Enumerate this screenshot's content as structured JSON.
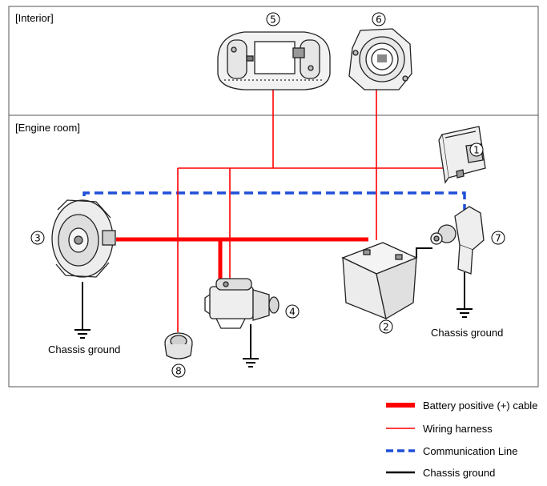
{
  "sections": {
    "interior": "[Interior]",
    "engine_room": "[Engine room]"
  },
  "components": [
    {
      "id": "1",
      "marker": "①",
      "icon": "control-module-icon"
    },
    {
      "id": "2",
      "marker": "②",
      "icon": "battery-icon"
    },
    {
      "id": "3",
      "marker": "③",
      "icon": "alternator-icon"
    },
    {
      "id": "4",
      "marker": "④",
      "icon": "starter-motor-icon"
    },
    {
      "id": "5",
      "marker": "⑤",
      "icon": "instrument-cluster-icon"
    },
    {
      "id": "6",
      "marker": "⑥",
      "icon": "start-stop-button-icon"
    },
    {
      "id": "7",
      "marker": "⑦",
      "icon": "battery-sensor-icon"
    },
    {
      "id": "8",
      "marker": "⑧",
      "icon": "sensor-icon"
    }
  ],
  "ground_labels": {
    "alternator": "Chassis ground",
    "sensor": "Chassis ground"
  },
  "legend": [
    {
      "key": "battery_cable",
      "label": "Battery positive (+) cable",
      "color": "#ff0000",
      "style": "thick"
    },
    {
      "key": "wiring_harness",
      "label": "Wiring harness",
      "color": "#ff0000",
      "style": "thin"
    },
    {
      "key": "communication_line",
      "label": "Communication Line",
      "color": "#1f4fd8",
      "style": "dashed"
    },
    {
      "key": "chassis_ground",
      "label": "Chassis ground",
      "color": "#000000",
      "style": "solid"
    }
  ],
  "colors": {
    "power": "#ff0000",
    "comm": "#1f4fd8",
    "ground": "#000000",
    "frame": "#555555"
  }
}
